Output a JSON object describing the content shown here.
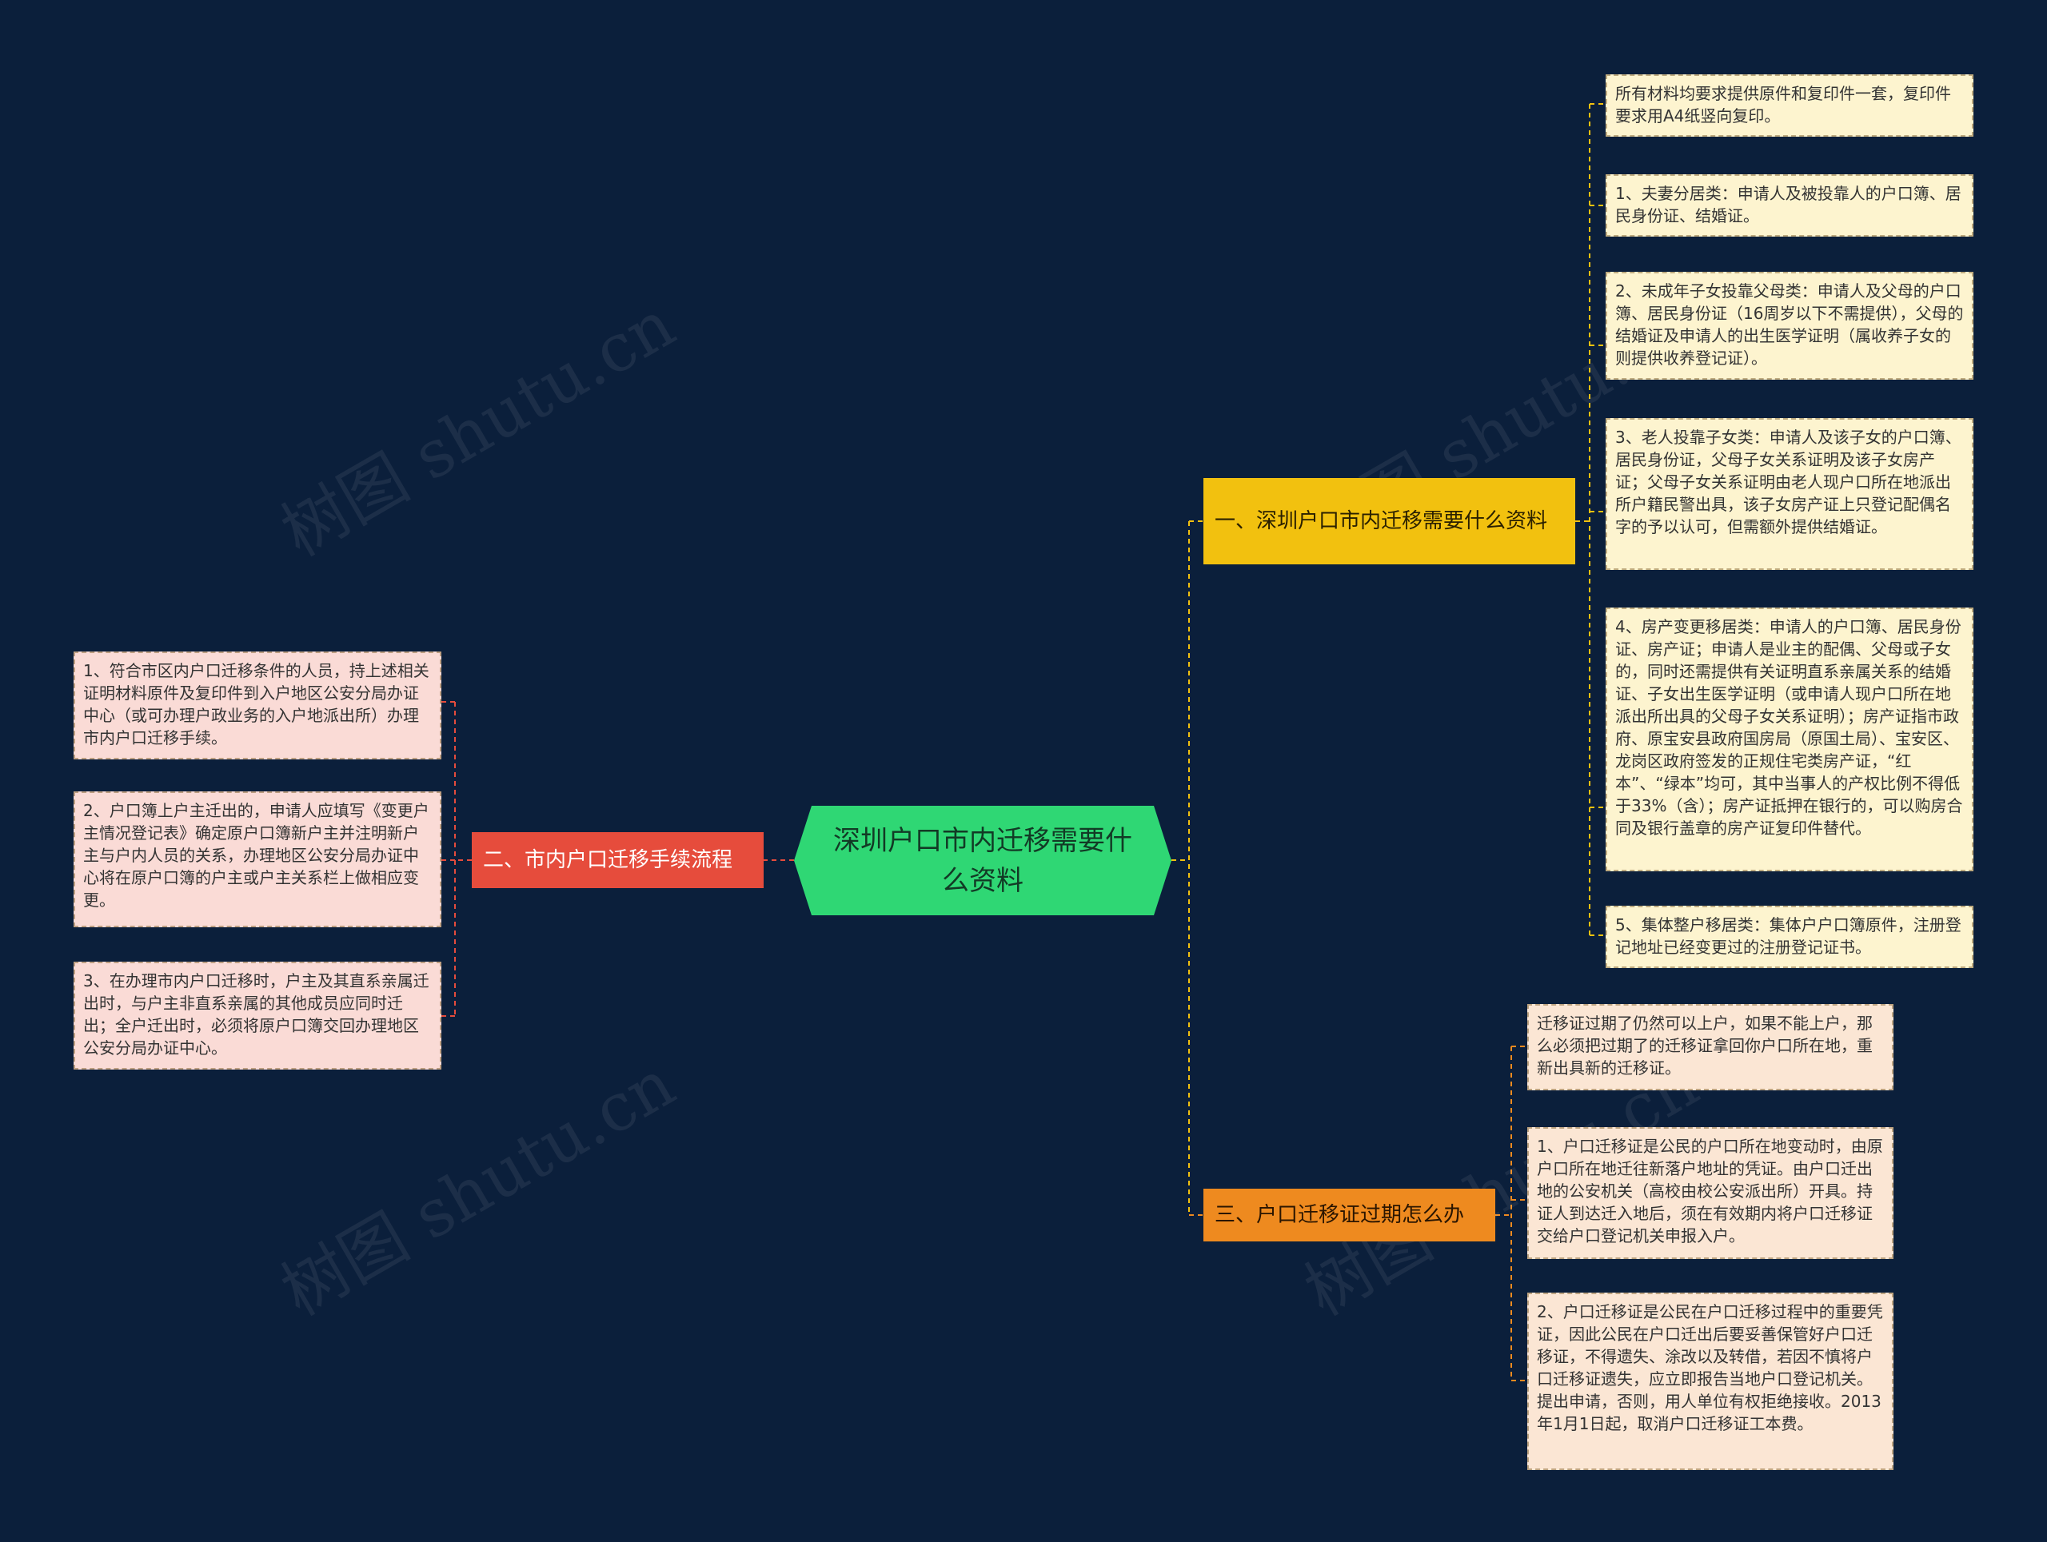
{
  "root": {
    "title": "深圳户口市内迁移需要什么资料"
  },
  "branches": {
    "materials": {
      "title": "一、深圳户口市内迁移需要什么资料",
      "leaves": [
        "所有材料均要求提供原件和复印件一套，复印件要求用A4纸竖向复印。",
        "1、夫妻分居类：申请人及被投靠人的户口簿、居民身份证、结婚证。",
        "2、未成年子女投靠父母类：申请人及父母的户口簿、居民身份证（16周岁以下不需提供），父母的结婚证及申请人的出生医学证明（属收养子女的则提供收养登记证）。",
        "3、老人投靠子女类：申请人及该子女的户口簿、居民身份证，父母子女关系证明及该子女房产证；父母子女关系证明由老人现户口所在地派出所户籍民警出具，该子女房产证上只登记配偶名字的予以认可，但需额外提供结婚证。",
        "4、房产变更移居类：申请人的户口簿、居民身份证、房产证；申请人是业主的配偶、父母或子女的，同时还需提供有关证明直系亲属关系的结婚证、子女出生医学证明（或申请人现户口所在地派出所出具的父母子女关系证明）；房产证指市政府、原宝安县政府国房局（原国土局）、宝安区、龙岗区政府签发的正规住宅类房产证，“红本”、“绿本”均可，其中当事人的产权比例不得低于33%（含）；房产证抵押在银行的，可以购房合同及银行盖章的房产证复印件替代。",
        "5、集体整户移居类：集体户户口簿原件，注册登记地址已经变更过的注册登记证书。"
      ]
    },
    "process": {
      "title": "二、市内户口迁移手续流程",
      "leaves": [
        "1、符合市区内户口迁移条件的人员，持上述相关证明材料原件及复印件到入户地区公安分局办证中心（或可办理户政业务的入户地派出所）办理市内户口迁移手续。",
        "2、户口簿上户主迁出的，申请人应填写《变更户主情况登记表》确定原户口簿新户主并注明新户主与户内人员的关系，办理地区公安分局办证中心将在原户口簿的户主或户主关系栏上做相应变更。",
        "3、在办理市内户口迁移时，户主及其直系亲属迁出时，与户主非直系亲属的其他成员应同时迁出；全户迁出时，必须将原户口簿交回办理地区公安分局办证中心。"
      ]
    },
    "expired": {
      "title": "三、户口迁移证过期怎么办",
      "leaves": [
        "迁移证过期了仍然可以上户，如果不能上户，那么必须把过期了的迁移证拿回你户口所在地，重新出具新的迁移证。",
        "1、户口迁移证是公民的户口所在地变动时，由原户口所在地迁往新落户地址的凭证。由户口迁出地的公安机关（高校由校公安派出所）开具。持证人到达迁入地后，须在有效期内将户口迁移证交给户口登记机关申报入户。",
        "2、户口迁移证是公民在户口迁移过程中的重要凭证，因此公民在户口迁出后要妥善保管好户口迁移证，不得遗失、涂改以及转借，若因不慎将户口迁移证遗失，应立即报告当地户口登记机关。提出申请，否则，用人单位有权拒绝接收。2013年1月1日起，取消户口迁移证工本费。"
      ]
    }
  },
  "watermark": "树图 shutu.cn",
  "colors": {
    "background": "#0b1f3b",
    "root": "#2fd774",
    "materials": "#f2c10f",
    "process": "#e64c3c",
    "expired": "#ee8a1f",
    "leaf_yellow": "#fdf4cf",
    "leaf_pink": "#fadbd6",
    "leaf_peach": "#fbe6d4"
  }
}
